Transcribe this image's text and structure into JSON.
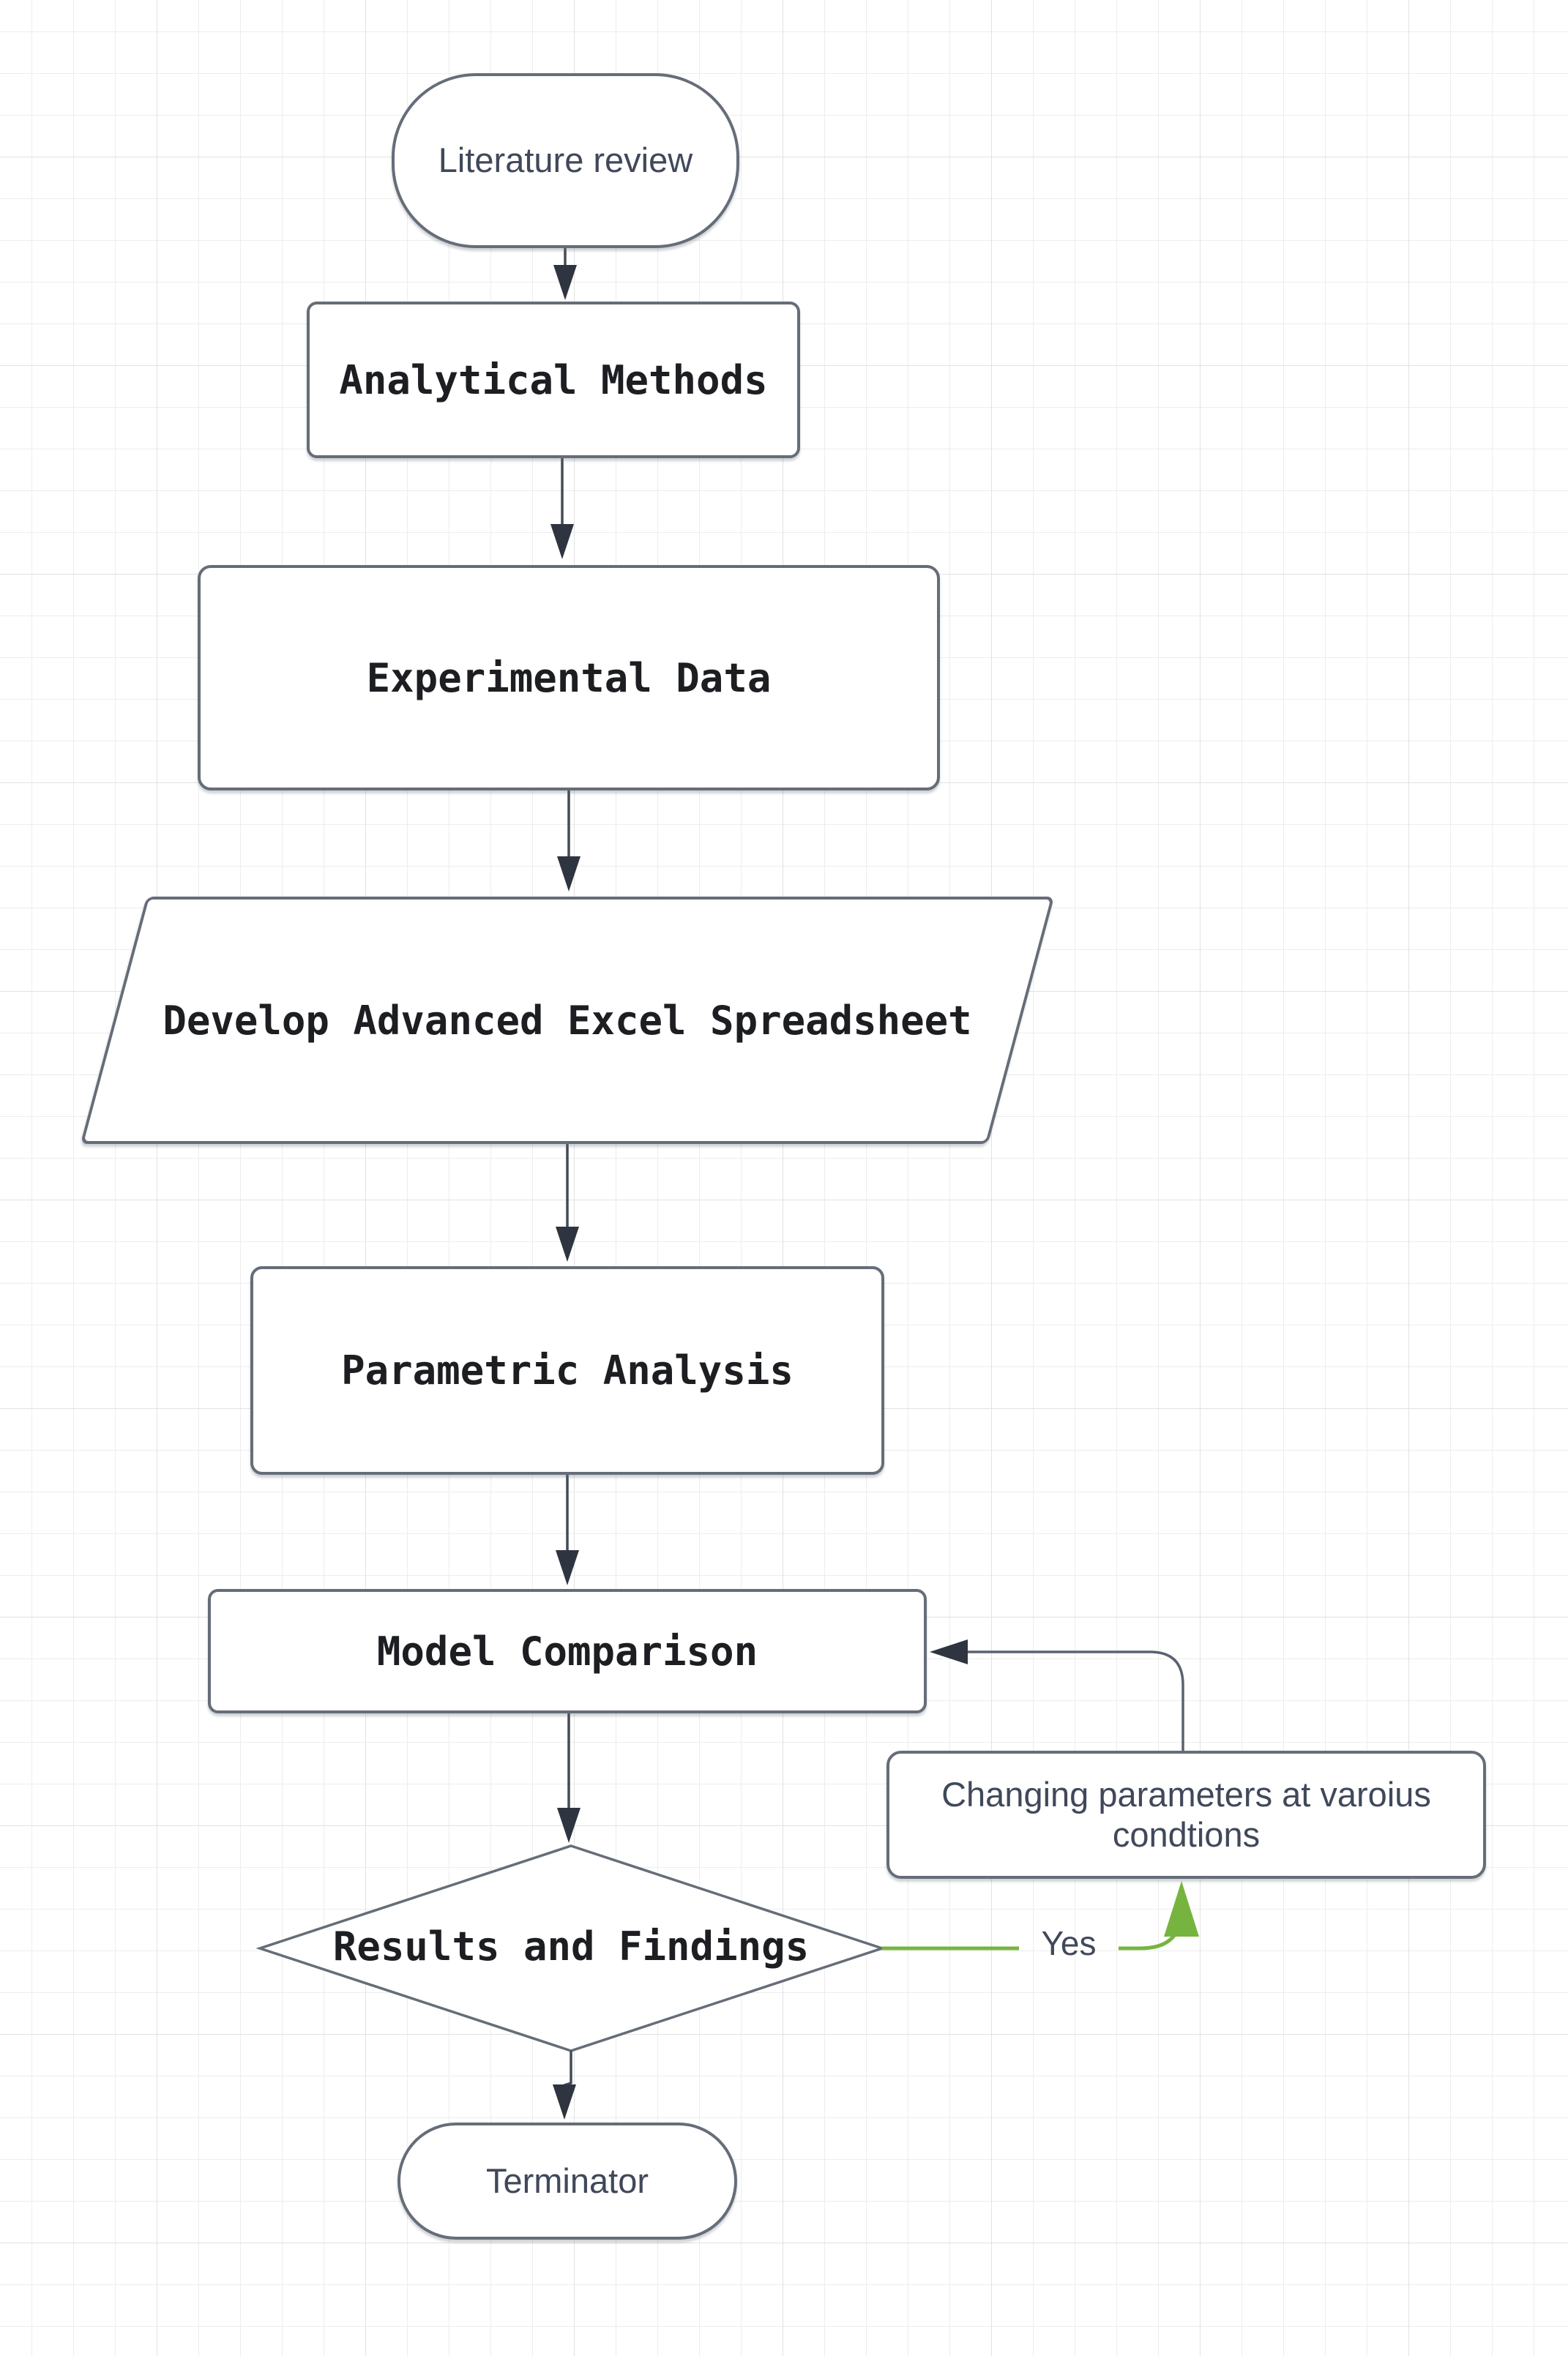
{
  "diagram_title": "",
  "nodes": [
    {
      "id": "literature-review",
      "type": "terminator",
      "label": "Literature review"
    },
    {
      "id": "analytical-methods",
      "type": "process",
      "label": "Analytical Methods"
    },
    {
      "id": "experimental-data",
      "type": "process",
      "label": "Experimental Data"
    },
    {
      "id": "develop-spreadsheet",
      "type": "data-parallelogram",
      "label": "Develop Advanced Excel Spreadsheet"
    },
    {
      "id": "parametric-analysis",
      "type": "process",
      "label": "Parametric Analysis"
    },
    {
      "id": "model-comparison",
      "type": "process",
      "label": "Model Comparison"
    },
    {
      "id": "results-findings",
      "type": "decision",
      "label": "Results and Findings"
    },
    {
      "id": "changing-parameters",
      "type": "process",
      "label": "Changing parameters at varoius condtions"
    },
    {
      "id": "terminator",
      "type": "terminator",
      "label": "Terminator"
    }
  ],
  "edges": [
    {
      "from": "literature-review",
      "to": "analytical-methods",
      "label": ""
    },
    {
      "from": "analytical-methods",
      "to": "experimental-data",
      "label": ""
    },
    {
      "from": "experimental-data",
      "to": "develop-spreadsheet",
      "label": ""
    },
    {
      "from": "develop-spreadsheet",
      "to": "parametric-analysis",
      "label": ""
    },
    {
      "from": "parametric-analysis",
      "to": "model-comparison",
      "label": ""
    },
    {
      "from": "model-comparison",
      "to": "results-findings",
      "label": ""
    },
    {
      "from": "results-findings",
      "to": "changing-parameters",
      "label": "Yes"
    },
    {
      "from": "changing-parameters",
      "to": "model-comparison",
      "label": ""
    },
    {
      "from": "results-findings",
      "to": "terminator",
      "label": ""
    }
  ],
  "colors": {
    "background": "#ffffff",
    "grid-minor": "#ededed",
    "grid-major": "#e2e2e2",
    "shape-border": "#656d78",
    "edge": "#434b57",
    "edge-head": "#2e3440",
    "edge-loop": "#5a6270",
    "mono-text": "#1c1e22",
    "sans-text": "#40485a",
    "green": "#77b43f"
  }
}
